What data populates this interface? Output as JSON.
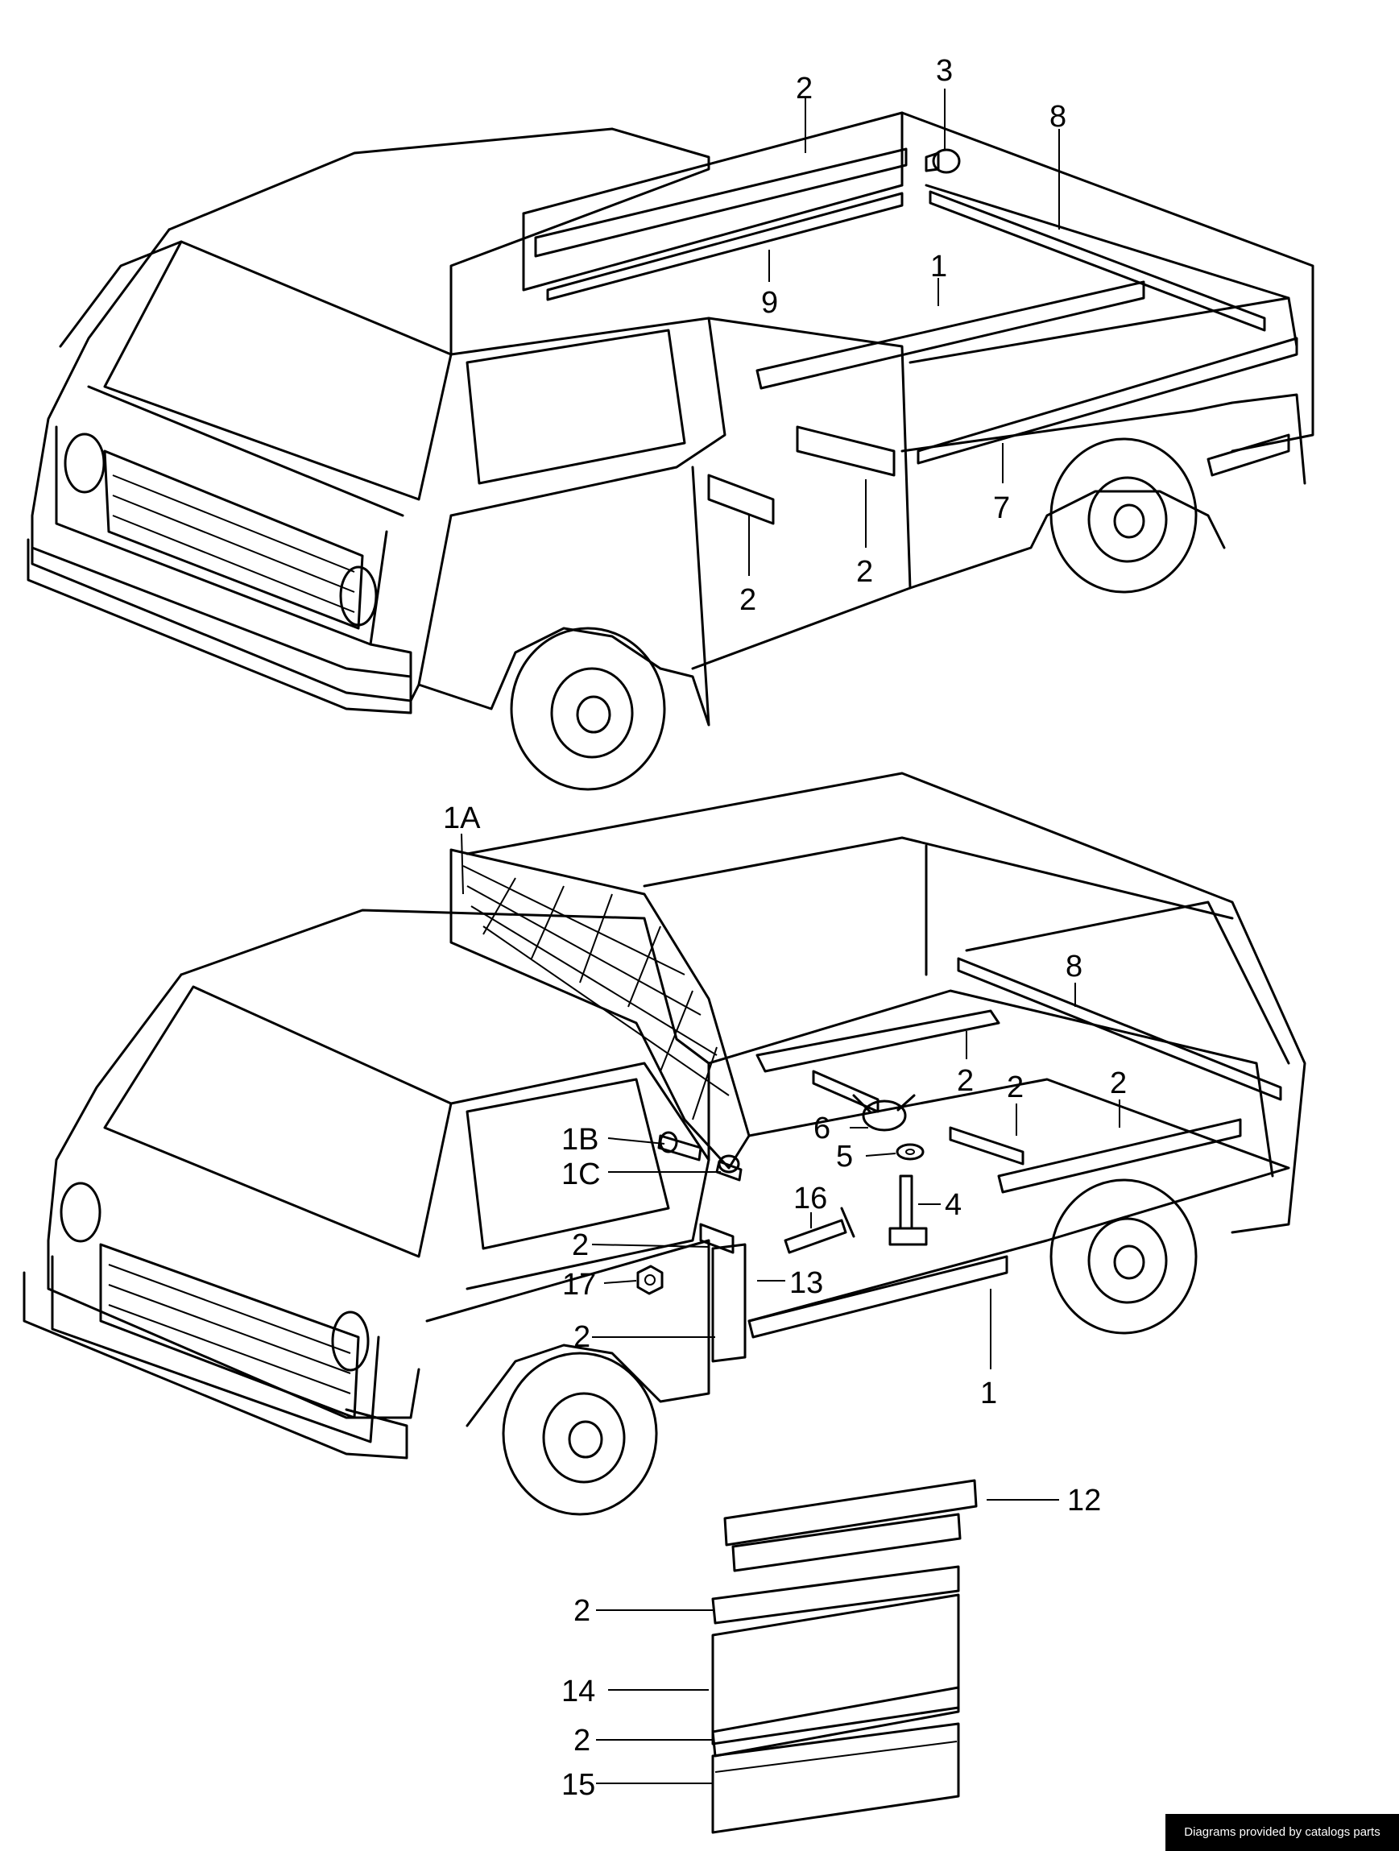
{
  "upper_view": {
    "callouts": [
      "2",
      "3",
      "8",
      "1",
      "9",
      "7",
      "2",
      "2"
    ]
  },
  "lower_view": {
    "callouts": [
      "1A",
      "8",
      "2",
      "2",
      "2",
      "6",
      "5",
      "4",
      "1B",
      "1C",
      "16",
      "2",
      "17",
      "13",
      "2",
      "1"
    ]
  },
  "panel_group": {
    "callouts": [
      "12",
      "2",
      "14",
      "2",
      "15"
    ]
  },
  "credit": "Diagrams provided by catalogs parts"
}
